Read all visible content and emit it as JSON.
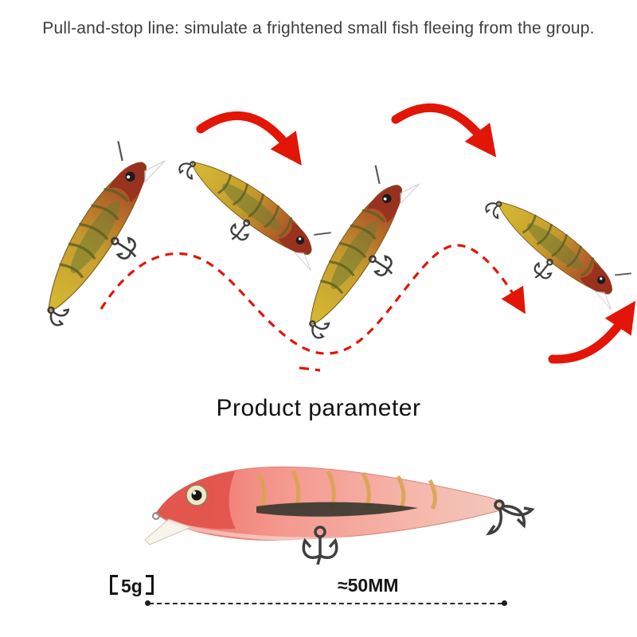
{
  "caption": {
    "text": "Pull-and-stop line: simulate a frightened small fish fleeing from the group."
  },
  "heading": {
    "text": "Product parameter"
  },
  "specs": {
    "weight_value": "5g",
    "weight_label": "【5g】",
    "length_label": "≈50MM"
  },
  "motion_diagram": {
    "lure_count": 4,
    "swim_path_style": "dashed-red-sine-wave"
  },
  "icons": {
    "dive_arrow": "curved-red-arrow",
    "swim_path": "dashed-red-sine-wave",
    "measure_line": "dashed-measure-line-with-end-dots"
  },
  "colors": {
    "arrow_red": "#e21507",
    "caption_text": "#3d3d3d",
    "heading_text": "#111111",
    "lure_body_yellow": "#c9a12d",
    "lure_head_red": "#96301f",
    "product_body_pink": "#f2948a",
    "stripe_gold": "#d7a44c"
  }
}
